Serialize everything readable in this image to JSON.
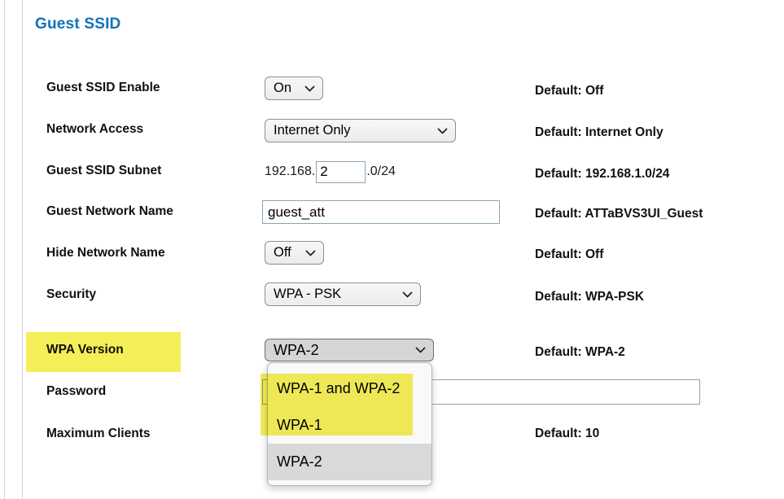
{
  "title": "Guest SSID",
  "colors": {
    "title_blue": "#1173b8",
    "highlight_yellow": "#f4ee58",
    "selected_option_gray": "#d9d9d9"
  },
  "rows": [
    {
      "label": "Guest SSID Enable",
      "control": {
        "type": "select",
        "value": "On"
      },
      "default": "Default: Off"
    },
    {
      "label": "Network Access",
      "control": {
        "type": "select",
        "value": "Internet Only"
      },
      "default": "Default: Internet Only"
    },
    {
      "label": "Guest SSID Subnet",
      "control": {
        "type": "subnet",
        "prefix": "192.168.",
        "value": "2",
        "suffix": ".0/24"
      },
      "default": "Default: 192.168.1.0/24"
    },
    {
      "label": "Guest Network Name",
      "control": {
        "type": "text",
        "value": "guest_att"
      },
      "default": "Default: ATTaBVS3UI_Guest"
    },
    {
      "label": "Hide Network Name",
      "control": {
        "type": "select",
        "value": "Off"
      },
      "default": "Default: Off"
    },
    {
      "label": "Security",
      "control": {
        "type": "select",
        "value": "WPA - PSK"
      },
      "default": "Default: WPA-PSK"
    },
    {
      "label": "WPA Version",
      "control": {
        "type": "select-open",
        "value": "WPA-2"
      },
      "default": "Default: WPA-2",
      "highlighted": true
    },
    {
      "label": "Password",
      "control": {
        "type": "text",
        "value": ""
      },
      "default": ""
    },
    {
      "label": "Maximum Clients",
      "default": "Default: 10"
    }
  ],
  "wpa_dropdown": {
    "options": [
      "WPA-1 and WPA-2",
      "WPA-1",
      "WPA-2"
    ],
    "selected": "WPA-2",
    "highlighted_options": [
      "WPA-1 and WPA-2",
      "WPA-1"
    ]
  }
}
